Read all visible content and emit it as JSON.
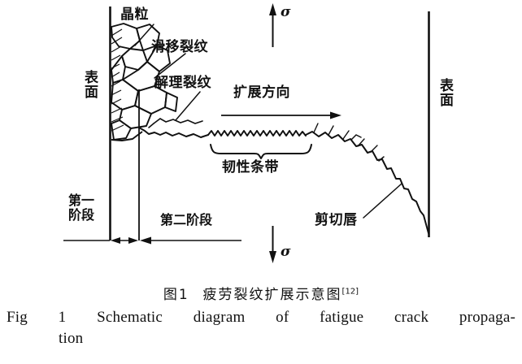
{
  "figure": {
    "labels": {
      "surface_left": "表面",
      "surface_right": "表面",
      "grain": "晶粒",
      "slip_crack": "滑移裂纹",
      "cleavage_crack": "解理裂纹",
      "propagation_direction": "扩展方向",
      "ductile_striations": "韧性条带",
      "shear_lip": "剪切唇",
      "stage_one": "第一\n阶段",
      "stage_one_line1": "第一",
      "stage_one_line2": "阶段",
      "stage_two": "第二阶段",
      "stress_top": "σ",
      "stress_bottom": "σ"
    },
    "colors": {
      "ink": "#111111",
      "background": "#ffffff"
    }
  },
  "caption": {
    "cn_figure_word": "图",
    "cn_number": "1",
    "cn_title": "疲劳裂纹扩展示意图",
    "cn_reference": "[12]",
    "en_line1": "Fig 1 Schematic diagram of fatigue crack propaga-",
    "en_line2": "tion"
  }
}
